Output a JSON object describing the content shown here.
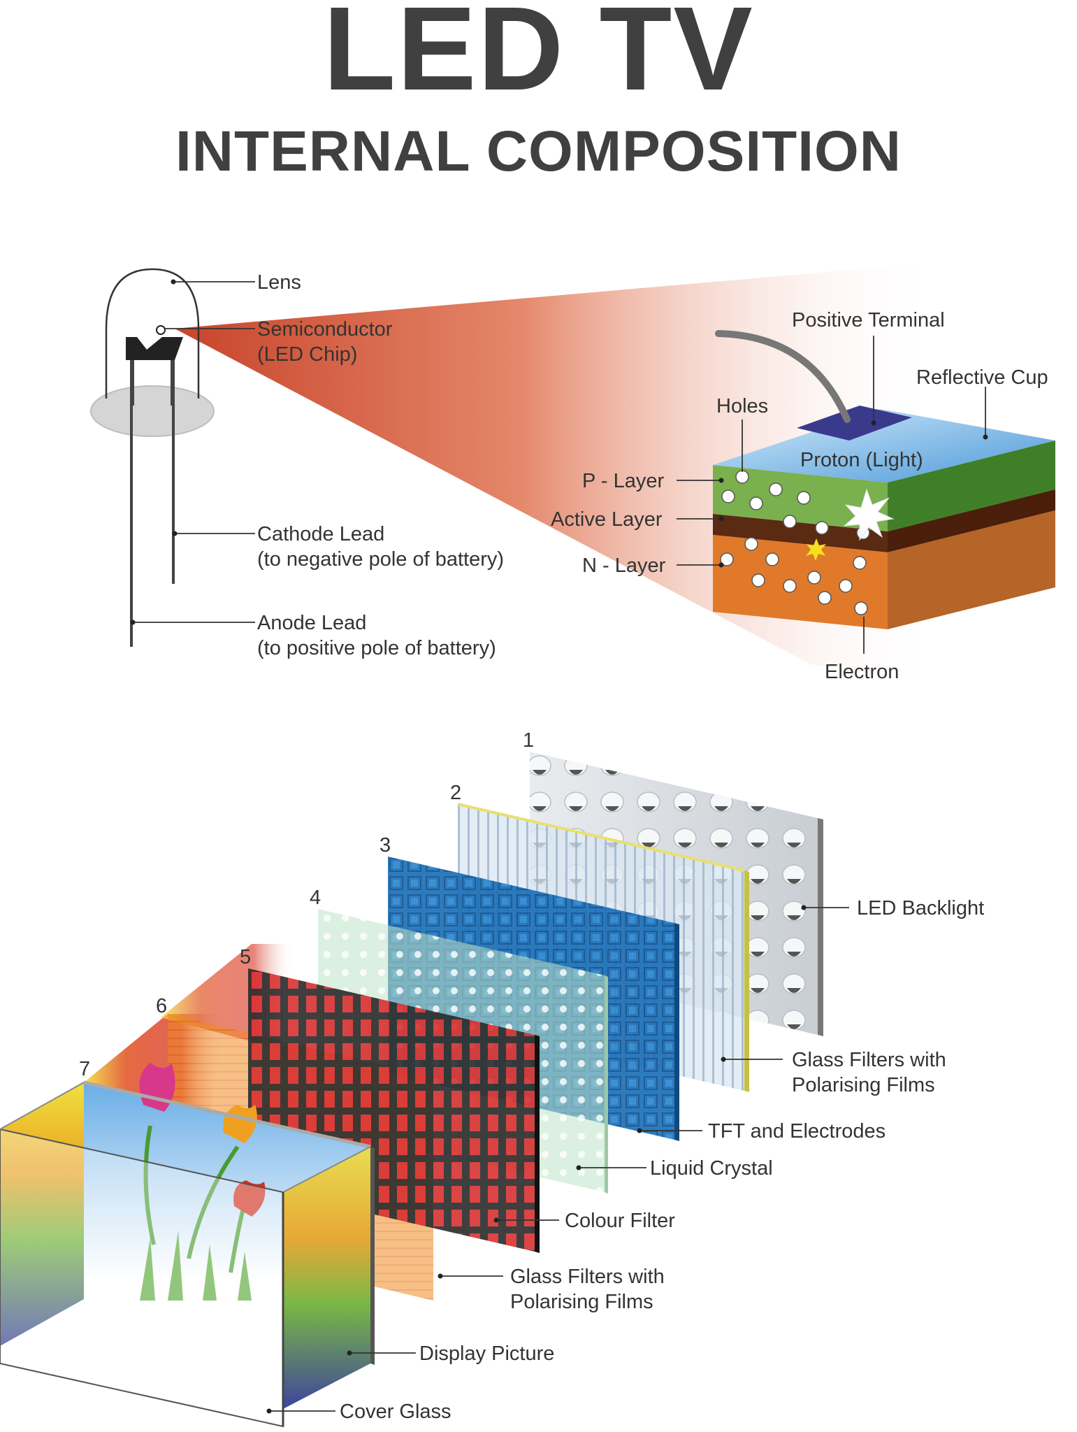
{
  "title": "LED TV",
  "subtitle": "INTERNAL COMPOSITION",
  "led_labels": {
    "lens": "Lens",
    "semiconductor_1": "Semiconductor",
    "semiconductor_2": "(LED Chip)",
    "cathode_1": "Cathode Lead",
    "cathode_2": "(to negative pole of battery)",
    "anode_1": "Anode Lead",
    "anode_2": "(to positive pole of battery)"
  },
  "chip_labels": {
    "positive_terminal": "Positive Terminal",
    "reflective_cup": "Reflective Cup",
    "holes": "Holes",
    "proton": "Proton (Light)",
    "p_layer": "P - Layer",
    "active_layer": "Active Layer",
    "n_layer": "N - Layer",
    "electron": "Electron"
  },
  "layers": [
    {
      "number": "1",
      "label_1": "LED Backlight",
      "label_2": ""
    },
    {
      "number": "2",
      "label_1": "Glass Filters with",
      "label_2": "Polarising Films"
    },
    {
      "number": "3",
      "label_1": "TFT and Electrodes",
      "label_2": ""
    },
    {
      "number": "4",
      "label_1": "Liquid Crystal",
      "label_2": ""
    },
    {
      "number": "5",
      "label_1": "Colour Filter",
      "label_2": ""
    },
    {
      "number": "6",
      "label_1": "Glass Filters with",
      "label_2": "Polarising Films"
    },
    {
      "number": "7",
      "label_1": "Display Picture",
      "label_2": ""
    }
  ],
  "cover_glass": "Cover Glass",
  "colors": {
    "title": "#404040",
    "beam": "#c8442a",
    "p_layer": "#6aa043",
    "active_layer": "#5a2a12",
    "n_layer": "#e07a2a",
    "reflective_top": "#8cc4ec",
    "terminal": "#3a3a8c",
    "tft_blue": "#1a6fb8",
    "liquid_crystal": "#bfe3c8"
  }
}
